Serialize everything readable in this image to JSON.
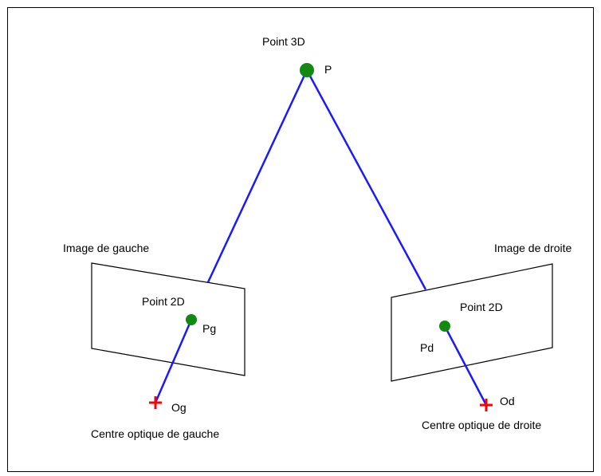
{
  "diagram": {
    "labels": {
      "point_3d": "Point 3D",
      "p": "P",
      "image_left": "Image de gauche",
      "image_right": "Image de droite",
      "point_2d_left": "Point 2D",
      "point_2d_right": "Point 2D",
      "pg": "Pg",
      "pd": "Pd",
      "og": "Og",
      "od": "Od",
      "center_left": "Centre optique de gauche",
      "center_right": "Centre optique de droite"
    },
    "colors": {
      "ray": "#1a1aff",
      "point": "#128a12",
      "optical_center": "#ff0000",
      "frame": "#000000",
      "plane": "#000000"
    },
    "icons": {
      "optical_center": "red-cross-icon",
      "point": "green-dot-icon"
    }
  }
}
